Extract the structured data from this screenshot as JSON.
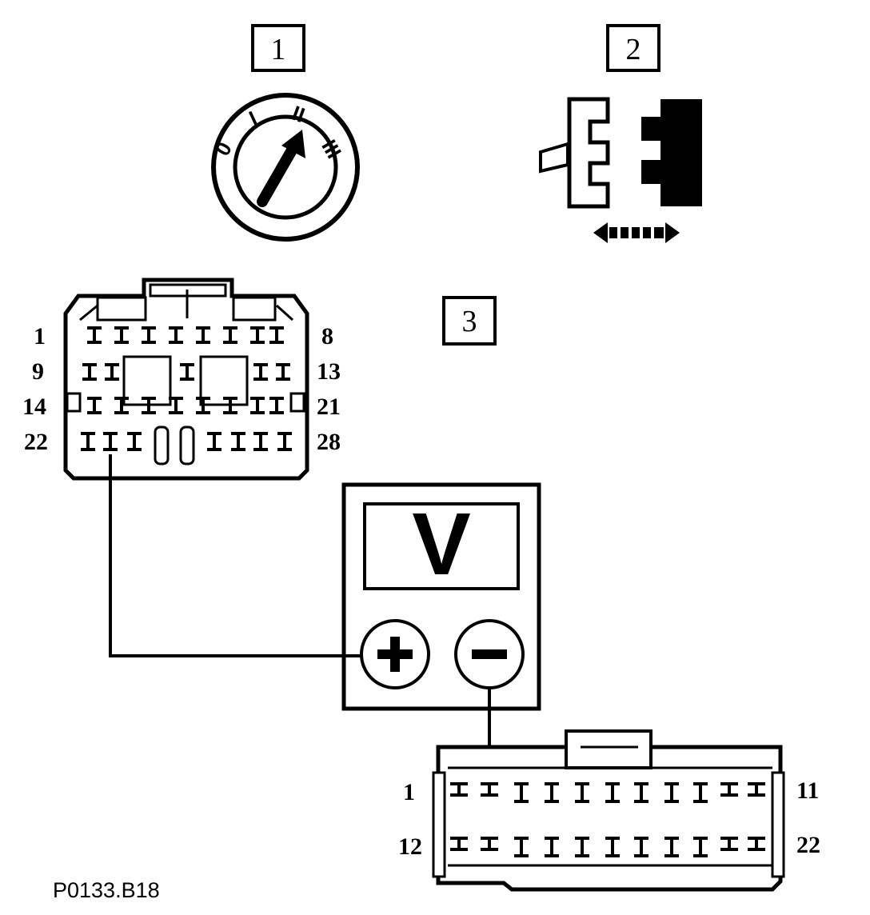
{
  "step_labels": [
    "1",
    "2",
    "3"
  ],
  "ignition_positions": [
    "0",
    "I",
    "II",
    "III"
  ],
  "connector_a": {
    "row_labels_left": [
      "1",
      "9",
      "14",
      "22"
    ],
    "row_labels_right": [
      "8",
      "13",
      "21",
      "28"
    ]
  },
  "connector_b": {
    "row_labels_left": [
      "1",
      "12"
    ],
    "row_labels_right": [
      "11",
      "22"
    ]
  },
  "meter": {
    "display": "V",
    "plus": "+",
    "minus": "−"
  },
  "reference": "P0133.B18",
  "colors": {
    "ink": "#000000",
    "paper": "#ffffff"
  }
}
